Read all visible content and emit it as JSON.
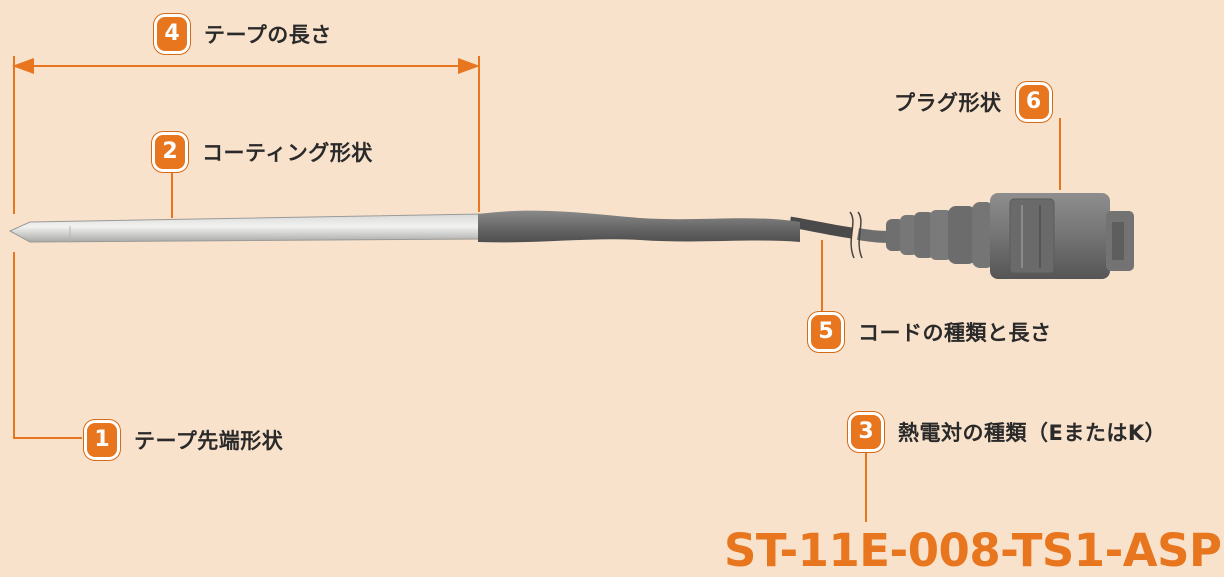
{
  "callouts": [
    {
      "num": "4",
      "label": "テープの長さ"
    },
    {
      "num": "2",
      "label": "コーティング形状"
    },
    {
      "num": "6",
      "label": "プラグ形状"
    },
    {
      "num": "5",
      "label": "コードの種類と長さ"
    },
    {
      "num": "1",
      "label": "テープ先端形状"
    },
    {
      "num": "3",
      "label": "熱電対の種類（EまたはK）"
    }
  ],
  "model_code": "ST-11E-008-TS1-ASP",
  "colors": {
    "background": "#f9e2cb",
    "accent": "#e8761f",
    "text": "#2a2a2a",
    "probe": "#c7c7c5",
    "cable": "#6d6d6d",
    "plug": "#707070"
  }
}
